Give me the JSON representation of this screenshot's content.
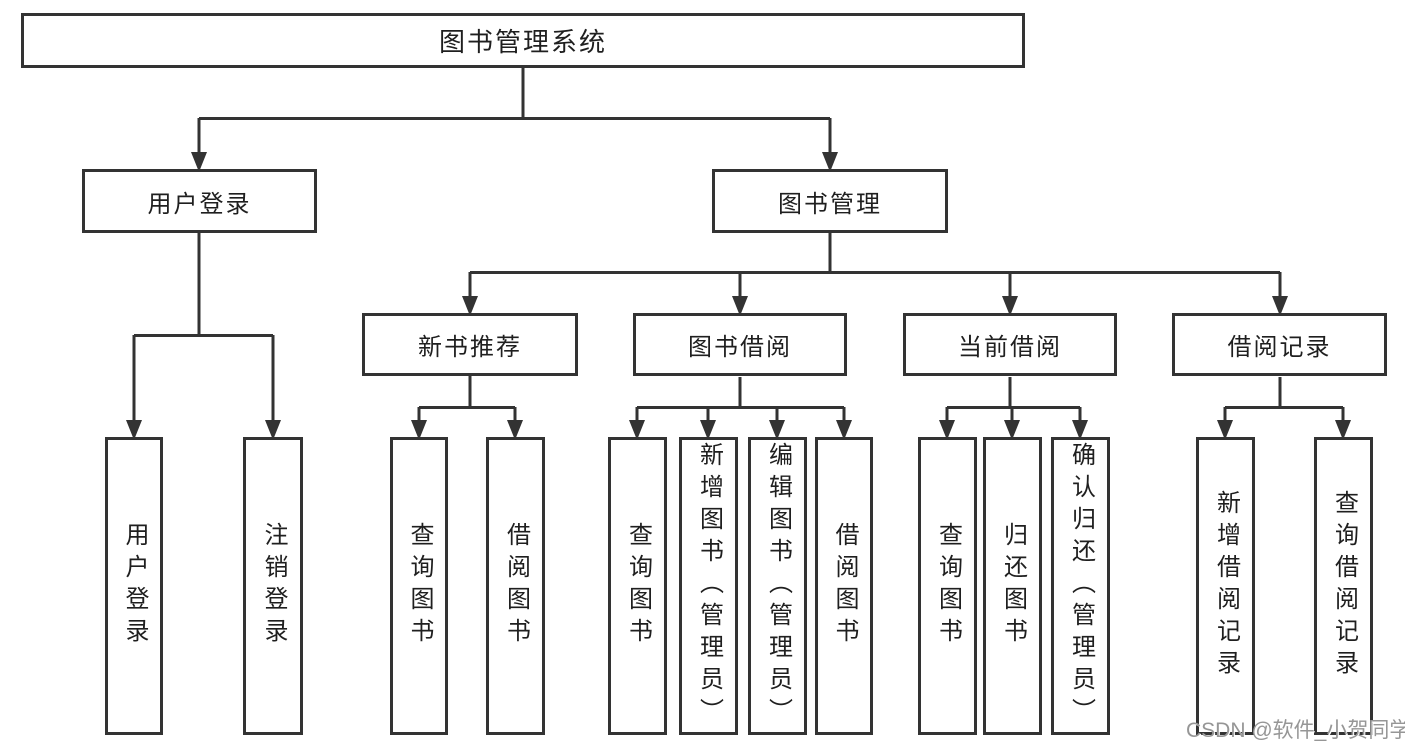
{
  "tree": {
    "label": "图书管理系统",
    "children": [
      {
        "label": "用户登录",
        "children": [
          {
            "label": "用户登录"
          },
          {
            "label": "注销登录"
          }
        ]
      },
      {
        "label": "图书管理",
        "children": [
          {
            "label": "新书推荐",
            "children": [
              {
                "label": "查询图书"
              },
              {
                "label": "借阅图书"
              }
            ]
          },
          {
            "label": "图书借阅",
            "children": [
              {
                "label": "查询图书"
              },
              {
                "label": "新增图书（管理员）"
              },
              {
                "label": "编辑图书（管理员）"
              },
              {
                "label": "借阅图书"
              }
            ]
          },
          {
            "label": "当前借阅",
            "children": [
              {
                "label": "查询图书"
              },
              {
                "label": "归还图书"
              },
              {
                "label": "确认归还（管理员）"
              }
            ]
          },
          {
            "label": "借阅记录",
            "children": [
              {
                "label": "新增借阅记录"
              },
              {
                "label": "查询借阅记录"
              }
            ]
          }
        ]
      }
    ]
  },
  "watermark": {
    "text": "CSDN @软件_小贺同学"
  },
  "colors": {
    "line": "#333333",
    "text": "#1f1f1f",
    "watermark": "#969696",
    "background": "#ffffff"
  }
}
